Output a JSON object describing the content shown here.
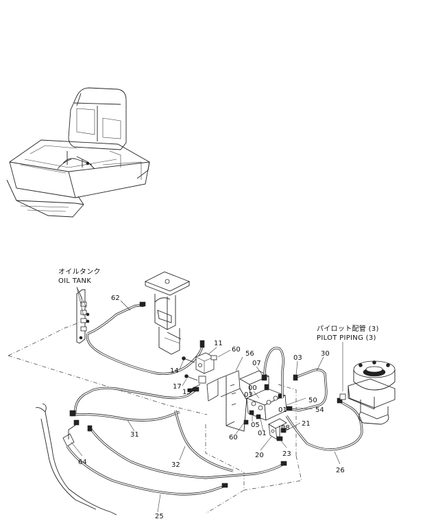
{
  "callouts": {
    "oil_tank_jp": "オイルタンク",
    "oil_tank_en": "OIL  TANK",
    "pilot_jp": "パイロット配管 (3)",
    "pilot_en": "PILOT  PIPING (3)"
  },
  "part_numbers": {
    "p62": "62",
    "p11": "11",
    "p60a": "60",
    "p56": "56",
    "p07": "07",
    "p03a": "03",
    "p30": "30",
    "p14": "14",
    "p17": "17",
    "p15": "15",
    "p00": "00",
    "p03b": "03",
    "p50": "50",
    "p54": "54",
    "p05": "05",
    "p01a": "01",
    "p08": "08",
    "p21": "21",
    "p60b": "60",
    "p01b": "01",
    "p20": "20",
    "p23": "23",
    "p31": "31",
    "p32": "32",
    "p64": "64",
    "p26": "26",
    "p25": "25"
  },
  "icons": {
    "machine": "excavator-overview-icon",
    "valve": "pilot-valve-block-icon",
    "swivel": "center-joint-icon"
  }
}
